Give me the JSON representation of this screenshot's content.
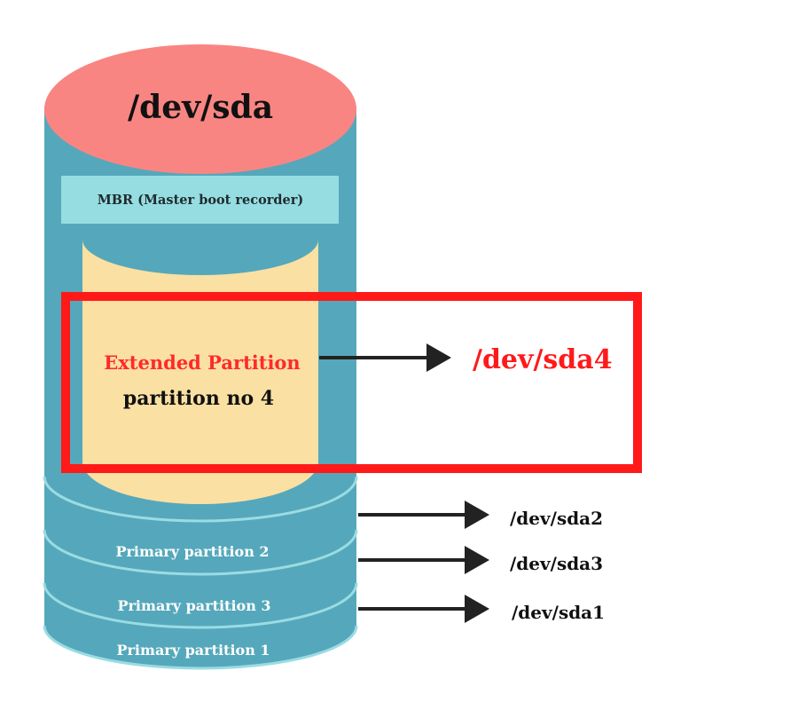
{
  "disk": {
    "name": "/dev/sda",
    "mbr_label": "MBR (Master boot recorder)"
  },
  "extended": {
    "title": "Extended Partition",
    "subtitle": "partition no 4",
    "device": "/dev/sda4"
  },
  "primary_partitions": [
    {
      "label": "Primary partition 2",
      "device": "/dev/sda2"
    },
    {
      "label": "Primary partition 3",
      "device": "/dev/sda3"
    },
    {
      "label": "Primary partition 1",
      "device": "/dev/sda1"
    }
  ],
  "colors": {
    "disk_body": "#55a8bb",
    "disk_rim": "#4a9aae",
    "disk_edge": "#9adce3",
    "disk_top": "#f98582",
    "mbr_band": "#96dde2",
    "extended_fill": "#fbe0a3",
    "highlight": "#ff1a1a",
    "arrow": "#222222",
    "extended_title": "#ff2a2a"
  }
}
